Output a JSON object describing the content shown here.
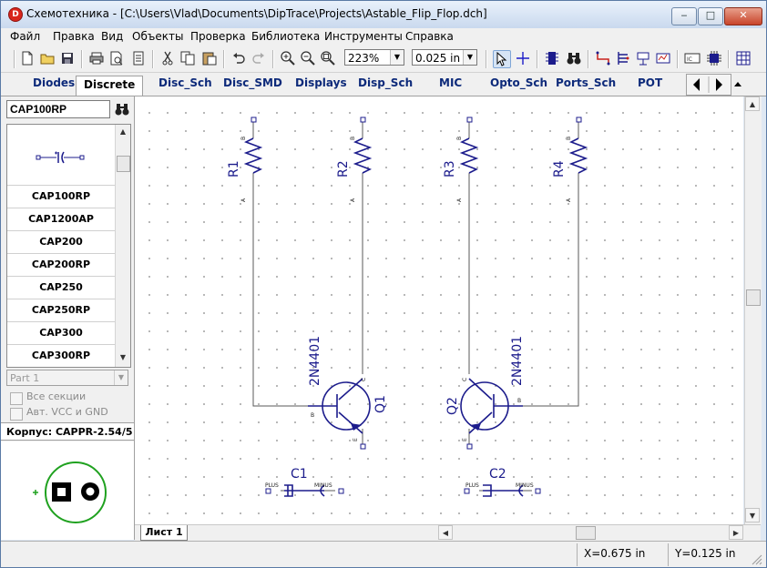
{
  "window": {
    "title": "Схемотехника - [C:\\Users\\Vlad\\Documents\\DipTrace\\Projects\\Astable_Flip_Flop.dch]",
    "controls": [
      "‒",
      "□",
      "✕"
    ]
  },
  "menu": [
    "Файл",
    "Правка",
    "Вид",
    "Объекты",
    "Проверка",
    "Библиотека",
    "Инструменты",
    "Справка"
  ],
  "toolbar": {
    "zoom": "223%",
    "grid": "0.025 in"
  },
  "library_tabs": [
    "Diodes",
    "Discrete",
    "Disc_Sch",
    "Disc_SMD",
    "Displays",
    "Disp_Sch",
    "MIC",
    "Opto_Sch",
    "Ports_Sch",
    "POT"
  ],
  "active_tab": "Discrete",
  "search": {
    "value": "CAP100RP"
  },
  "components": [
    "CAP100RP",
    "CAP1200AP",
    "CAP200",
    "CAP200RP",
    "CAP250",
    "CAP250RP",
    "CAP300",
    "CAP300RP"
  ],
  "part": "Part 1",
  "options": {
    "all_sections": "Все секции",
    "auto_vcc_gnd": "Авт. VCC и GND"
  },
  "footprint": {
    "label": "Корпус: CAPPR-2.54/5"
  },
  "schematic": {
    "resistors": [
      {
        "ref": "R1"
      },
      {
        "ref": "R2"
      },
      {
        "ref": "R3"
      },
      {
        "ref": "R4"
      }
    ],
    "transistors": [
      {
        "ref": "Q1",
        "value": "2N4401"
      },
      {
        "ref": "Q2",
        "value": "2N4401"
      }
    ],
    "capacitors": [
      {
        "ref": "C1",
        "plus": "PLUS",
        "minus": "MINUS"
      },
      {
        "ref": "C2",
        "plus": "PLUS",
        "minus": "MINUS"
      }
    ],
    "pin_labels": {
      "a": "A",
      "b": "B",
      "c": "C",
      "e": "E"
    }
  },
  "sheet_tab": "Лист 1",
  "status": {
    "x": "X=0.675 in",
    "y": "Y=0.125 in"
  },
  "colors": {
    "schematic_ink": "#1c1c8c",
    "wire": "#5a5a5a",
    "footprint_ring": "#1fa11f"
  }
}
